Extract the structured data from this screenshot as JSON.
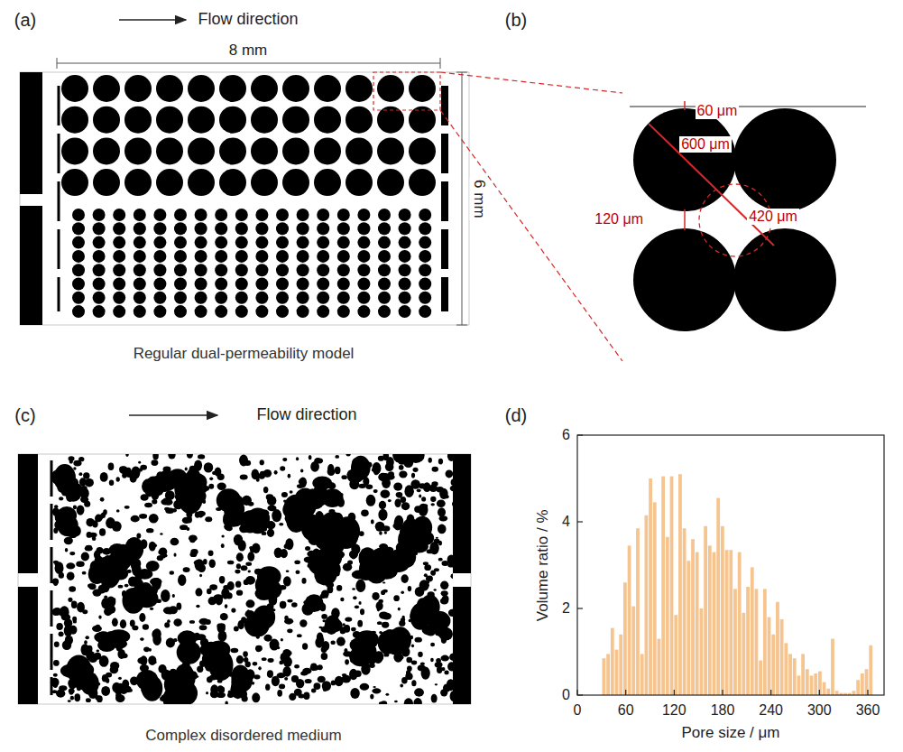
{
  "diagram": {
    "labels": [
      "(a)",
      "Flow direction",
      "8 mm",
      "6 mm",
      "Regular dual-permeability model",
      "(b)",
      "60 μm",
      "600 μm",
      "120 μm",
      "420 μm",
      "(c)",
      "Flow direction",
      "Complex disordered medium",
      "(d)",
      "Volume ratio / %",
      "Pore size / μm",
      "0",
      "2",
      "4",
      "6",
      "0",
      "60",
      "120",
      "180",
      "240",
      "300",
      "360"
    ]
  }
}
